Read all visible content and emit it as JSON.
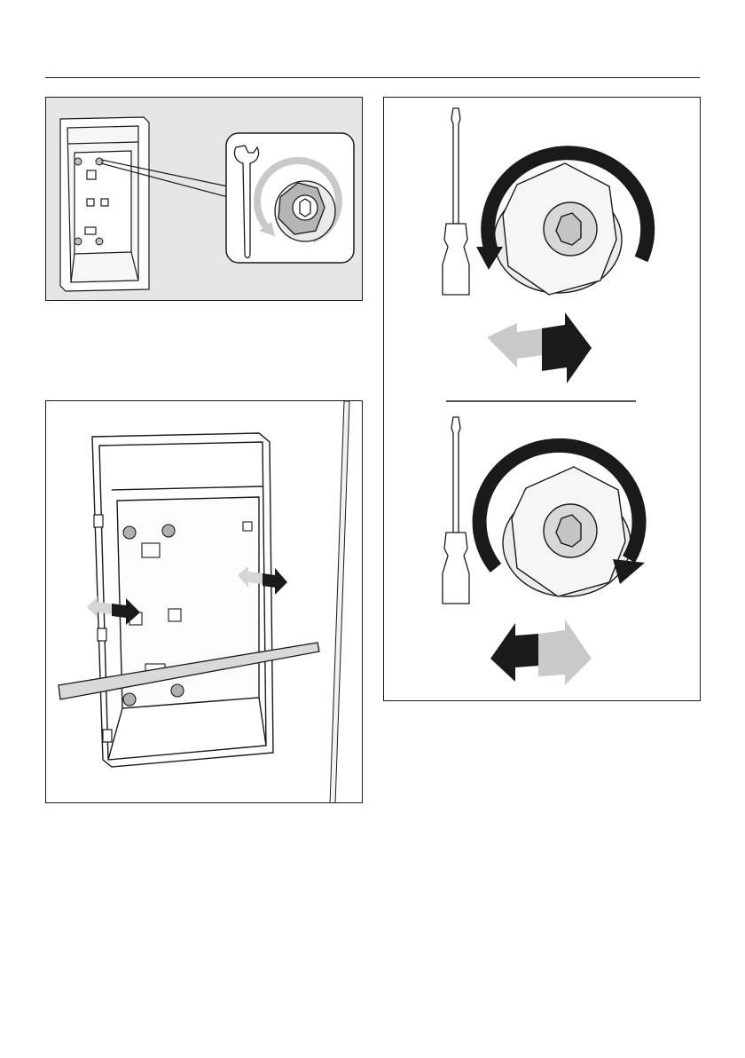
{
  "page": {
    "illustrations": [
      {
        "name": "niche-overview-with-wrench",
        "icons": [
          "wrench-icon",
          "hex-nut-icon",
          "rotate-arrow-icon"
        ]
      },
      {
        "name": "niche-alignment-with-spirit-level",
        "icons": [
          "left-arrow-icon",
          "right-arrow-icon"
        ]
      },
      {
        "name": "adjust-eccentric-with-screwdriver",
        "icons": [
          "screwdriver-icon",
          "hex-nut-icon",
          "clockwise-arrow-icon",
          "counterclockwise-arrow-icon",
          "double-arrow-icon"
        ]
      }
    ]
  },
  "colors": {
    "ink": "#1a1a1a",
    "panel_background": "#e6e6e6",
    "arrow_light": "#c9c9c9",
    "nut_grey": "#d8d8d8"
  }
}
